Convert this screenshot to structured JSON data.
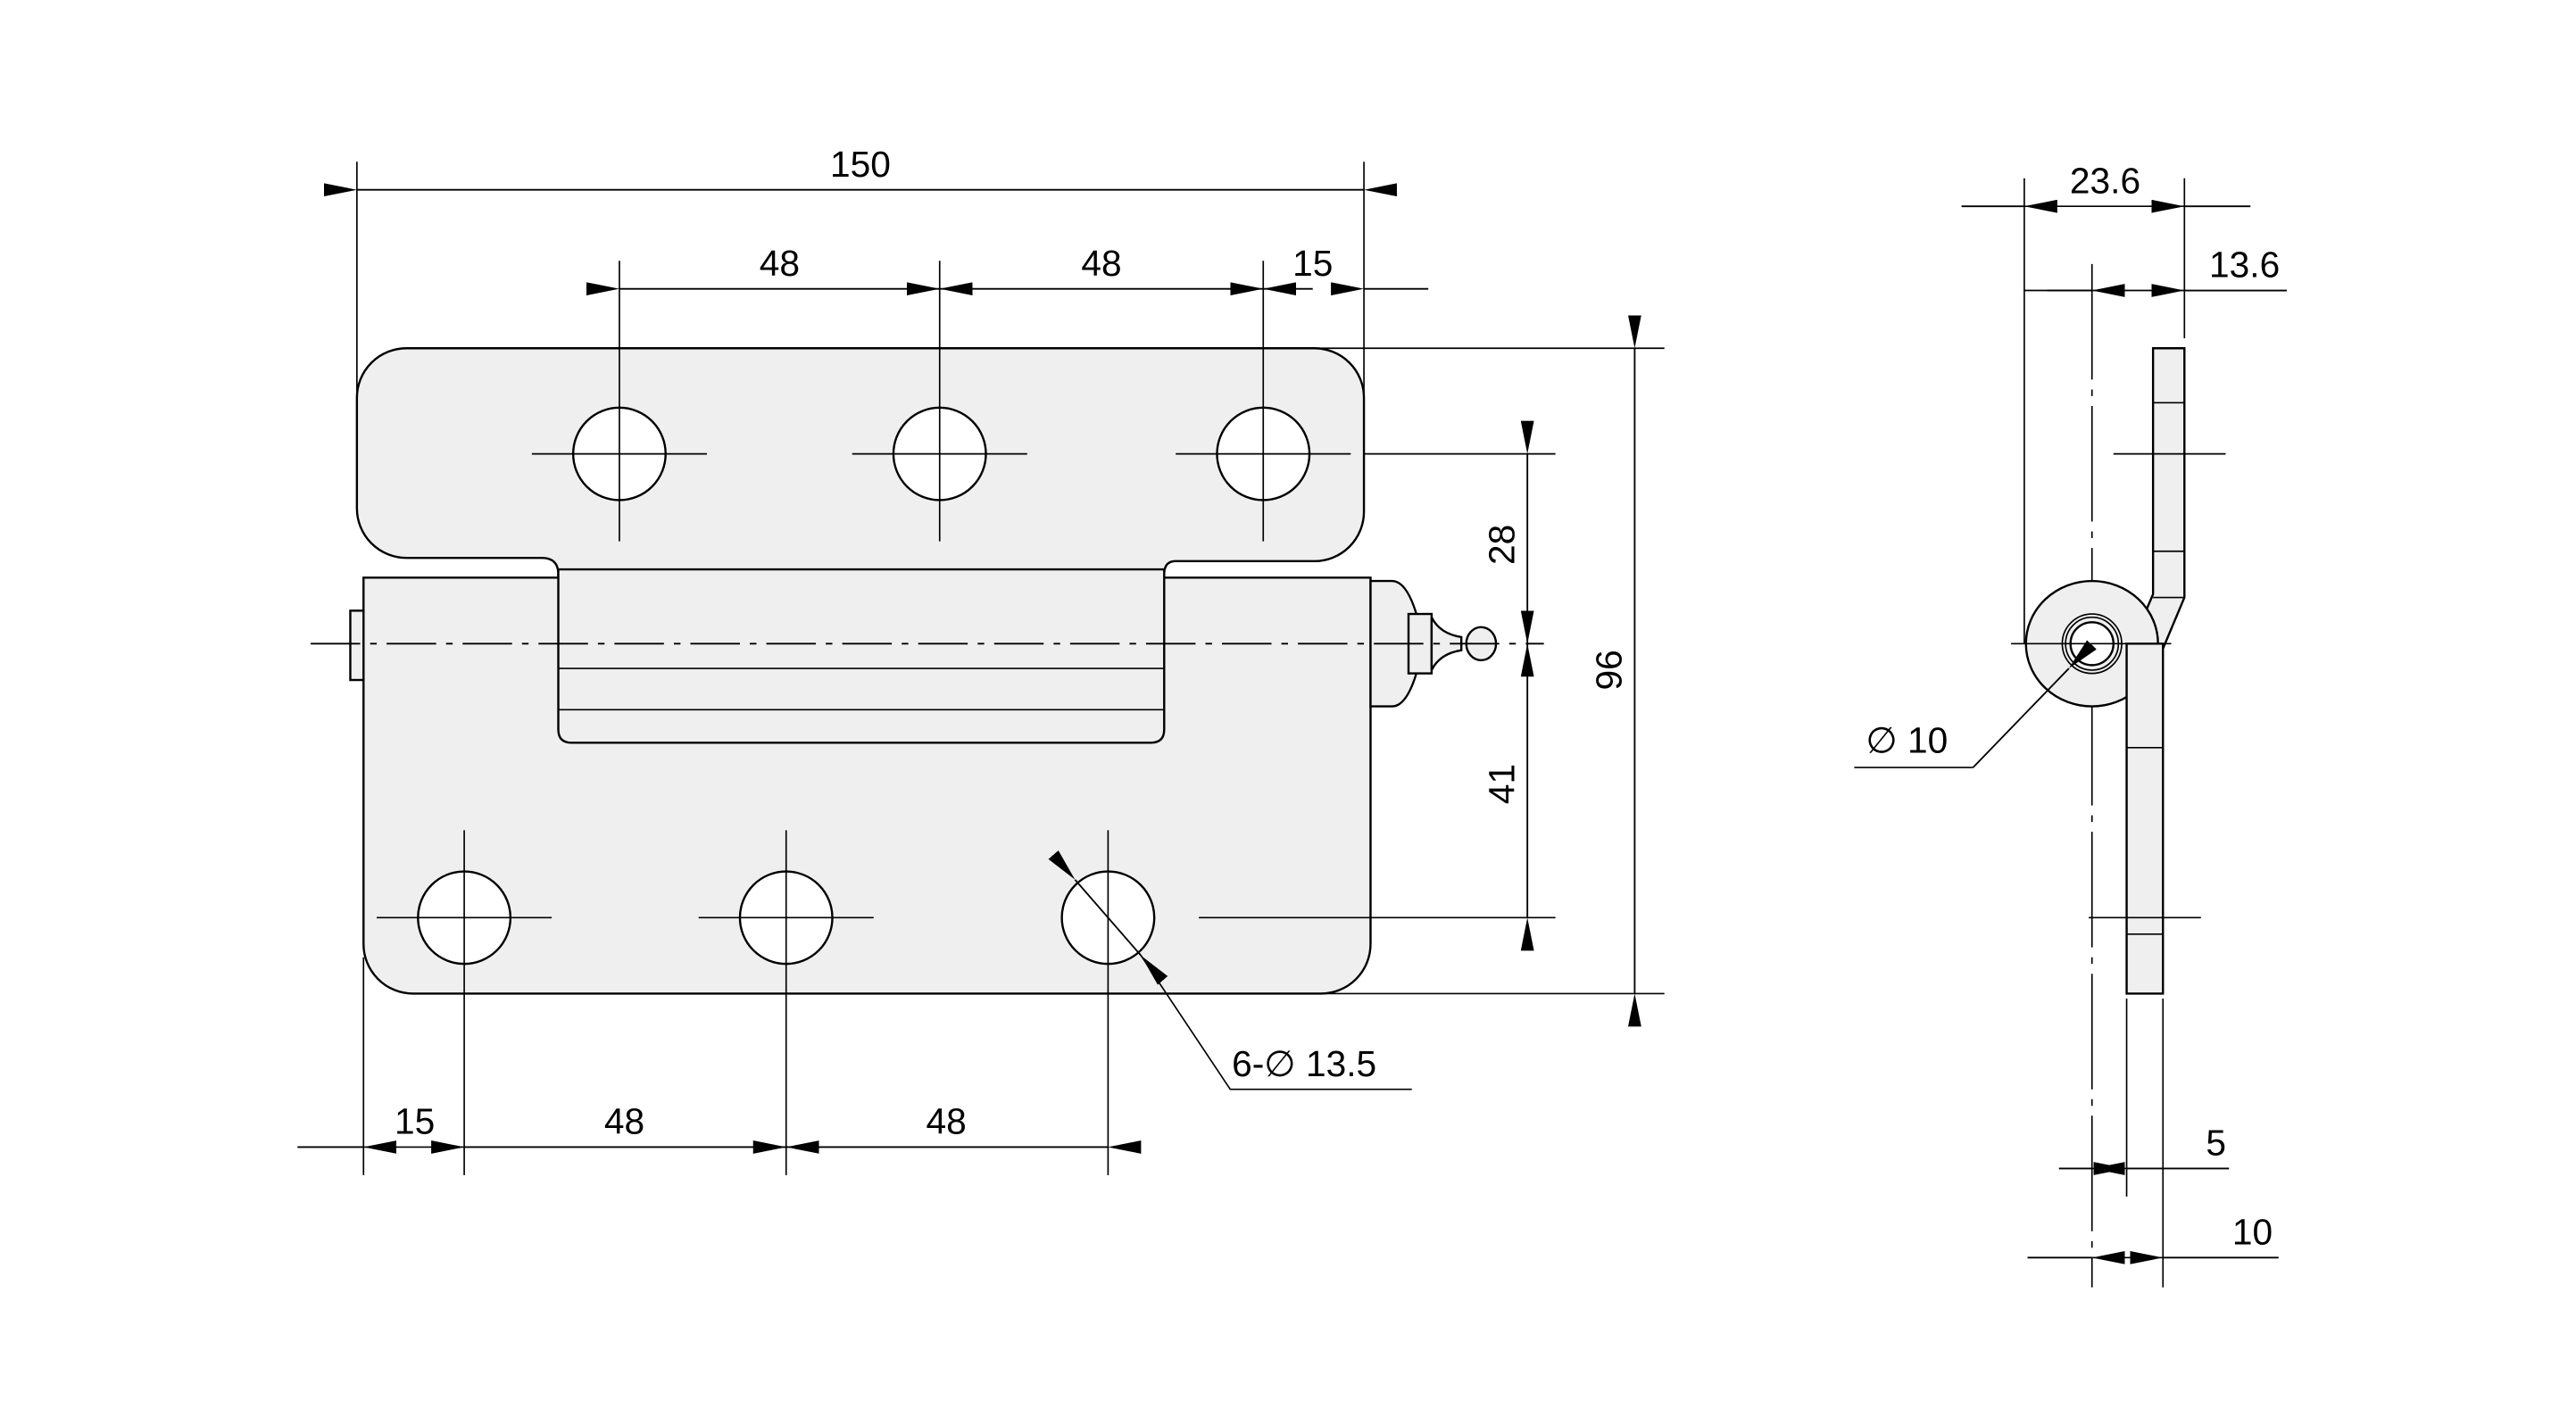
{
  "title": "Hinge technical drawing",
  "dimensions": {
    "overall_width": "150",
    "hole_pitch_top_1": "48",
    "hole_pitch_top_2": "48",
    "edge_offset_top": "15",
    "upper_hole_to_axis": "28",
    "axis_to_lower_hole": "41",
    "overall_height": "96",
    "holes_callout": "6-∅ 13.5",
    "edge_offset_bottom": "15",
    "hole_pitch_bottom_1": "48",
    "hole_pitch_bottom_2": "48",
    "side_depth": "23.6",
    "side_offset": "13.6",
    "pin_diameter": "∅ 10",
    "thickness": "5",
    "leaf_offset": "10"
  }
}
